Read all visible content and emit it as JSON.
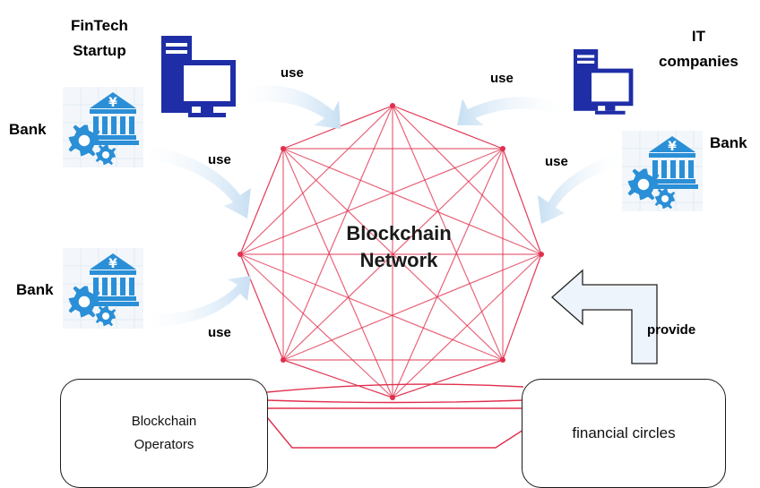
{
  "network": {
    "line1": "Blockchain",
    "line2": "Network"
  },
  "actors": {
    "fintech_line1": "FinTech",
    "fintech_line2": "Startup",
    "it_line1": "IT",
    "it_line2": "companies",
    "bank_left_top": "Bank",
    "bank_left_bottom": "Bank",
    "bank_right": "Bank"
  },
  "arrows": {
    "use_fintech": "use",
    "use_it": "use",
    "use_bank_left_top": "use",
    "use_bank_right": "use",
    "use_bank_left_bottom": "use",
    "provide": "provide"
  },
  "boxes": {
    "operators_line1": "Blockchain",
    "operators_line2": "Operators",
    "financial": "financial circles"
  },
  "icons": {
    "bank_symbol": "¥",
    "computer": "computer-icon",
    "bank": "bank-icon",
    "gear": "gear-icon"
  },
  "colors": {
    "network_line": "#e0304e",
    "computer": "#1f2ea6",
    "bank": "#2a8fd6",
    "arrow_fill": "#cfe3f5"
  }
}
